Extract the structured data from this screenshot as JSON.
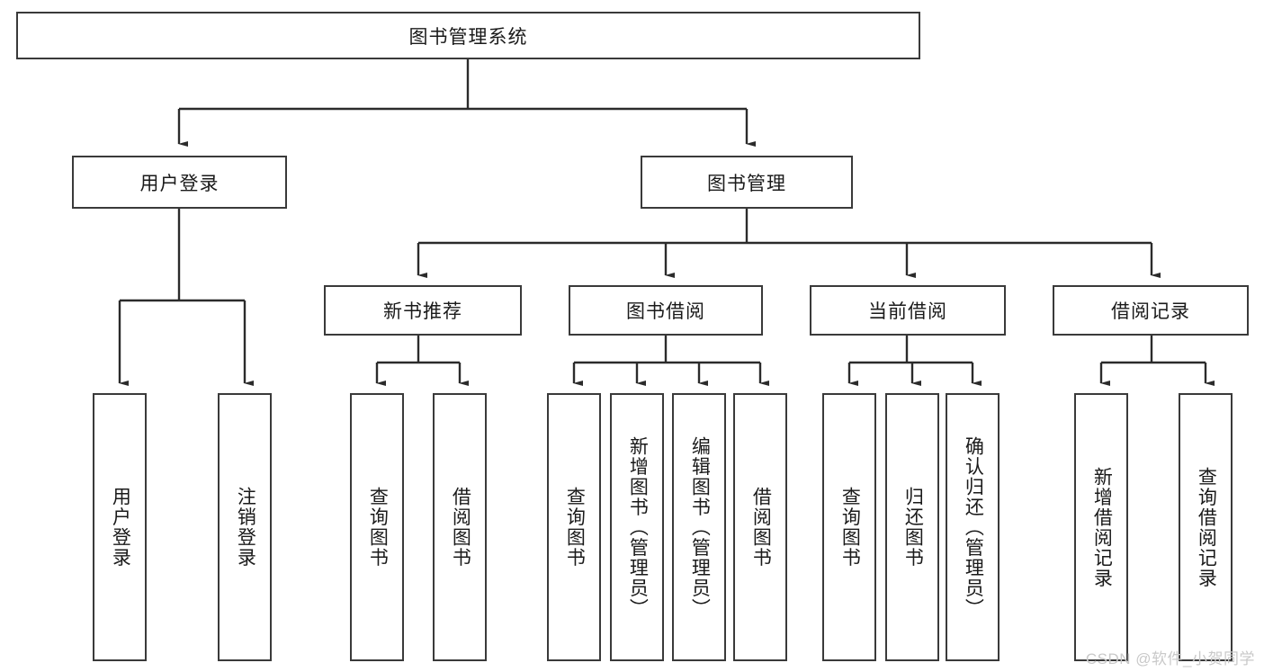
{
  "diagram": {
    "type": "tree-hierarchy",
    "title": "图书管理系统",
    "watermark": "CSDN @软件_小贺同学",
    "colors": {
      "box_border": "#3a3a3a",
      "box_fill": "#ffffff",
      "connector": "#2b2b2b",
      "text": "#1a1a1a",
      "watermark": "#c9c9c9"
    },
    "root": {
      "label": "图书管理系统"
    },
    "level2": [
      {
        "label": "用户登录"
      },
      {
        "label": "图书管理"
      }
    ],
    "level3": [
      {
        "label": "新书推荐"
      },
      {
        "label": "图书借阅"
      },
      {
        "label": "当前借阅"
      },
      {
        "label": "借阅记录"
      }
    ],
    "leaves": {
      "user_login": [
        {
          "label": "用户登录"
        },
        {
          "label": "注销登录"
        }
      ],
      "new_book_recommend": [
        {
          "label": "查询图书"
        },
        {
          "label": "借阅图书"
        }
      ],
      "book_borrow": [
        {
          "label": "查询图书"
        },
        {
          "label": "新增图书（管理员）"
        },
        {
          "label": "编辑图书（管理员）"
        },
        {
          "label": "借阅图书"
        }
      ],
      "current_borrow": [
        {
          "label": "查询图书"
        },
        {
          "label": "归还图书"
        },
        {
          "label": "确认归还（管理员）"
        }
      ],
      "borrow_record": [
        {
          "label": "新增借阅记录"
        },
        {
          "label": "查询借阅记录"
        }
      ]
    }
  }
}
